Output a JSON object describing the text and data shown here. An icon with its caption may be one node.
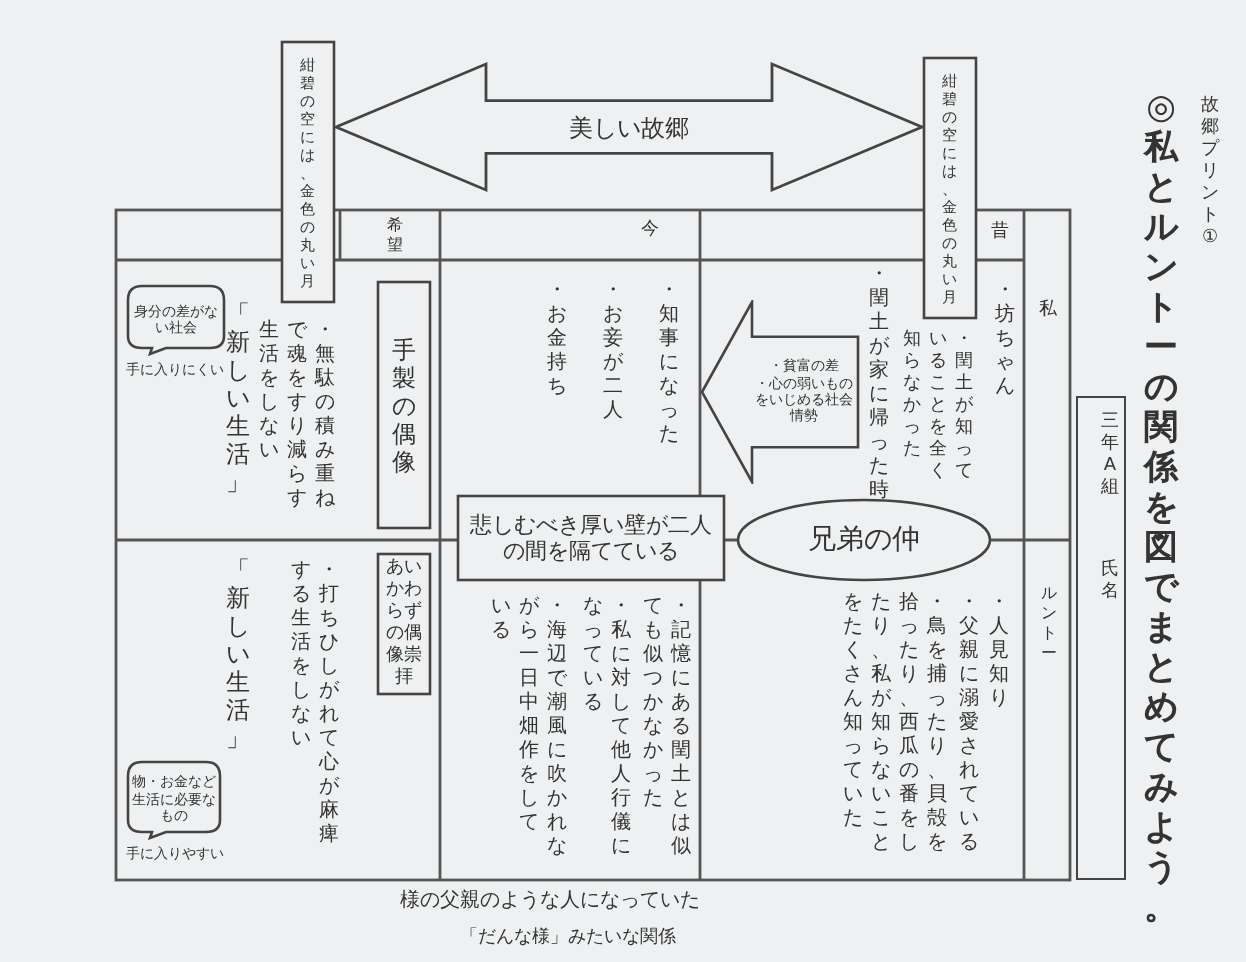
{
  "diagram": {
    "title": "◎私とルントーの関係を図でまとめてみよう。",
    "nodes": [
      {
        "text": [
          "紺碧の空には、金色の丸い月"
        ]
      },
      {
        "text": [
          "紺碧の空には、金色の丸い月"
        ]
      },
      {
        "text": [
          "・貧富の差",
          "・心の弱いものをいじめる社会情勢"
        ]
      },
      {
        "text": [
          "兄弟の仲"
        ]
      },
      {
        "text": [
          "悲しむべき厚い壁が二人の間を隔てている"
        ]
      },
      {
        "text": [
          "手製の偶像"
        ]
      },
      {
        "text": [
          "あいかわらずの偶像崇拝"
        ]
      },
      {
        "text": [
          "身分の差がない社会"
        ],
        "beside": [
          "手に入りにくい"
        ]
      },
      {
        "text": [
          "物・お金など生活に必要なもの"
        ],
        "beside": [
          "手に入りやすい"
        ]
      }
    ],
    "edges": [
      {
        "from": 0,
        "to": 1,
        "arrow": "both",
        "label": "美しい故郷"
      }
    ],
    "labels": [
      "故郷プリント①",
      "三年A組",
      "氏名",
      "希望",
      "今",
      "昔",
      "私",
      "ルントー",
      "・坊ちゃん",
      "・閏土が知っていることを全く知らなかった",
      "・閏土が家に帰った時",
      "・知事になった",
      "・お妾が二人",
      "・お金持ち",
      "・人見知り",
      "・父親に溺愛されている",
      "・鳥を捕ったり、貝殻を拾ったり、西瓜の番をしたり、私が知らないことをたくさん知っていた",
      "・記憶にある閏土とは似ても似つかなかった",
      "・私に対して他人行儀になっている",
      "・海辺で潮風に吹かれながら一日中畑作をしている",
      "・無駄の積み重ねで魂をすり減らす生活をしない",
      "「新しい生活」",
      "・打ちひしがれて心が麻痺する生活をしない",
      "「新しい生活」",
      "様の父親のような人になっていた",
      "「だんな様」みたいな関係"
    ]
  }
}
